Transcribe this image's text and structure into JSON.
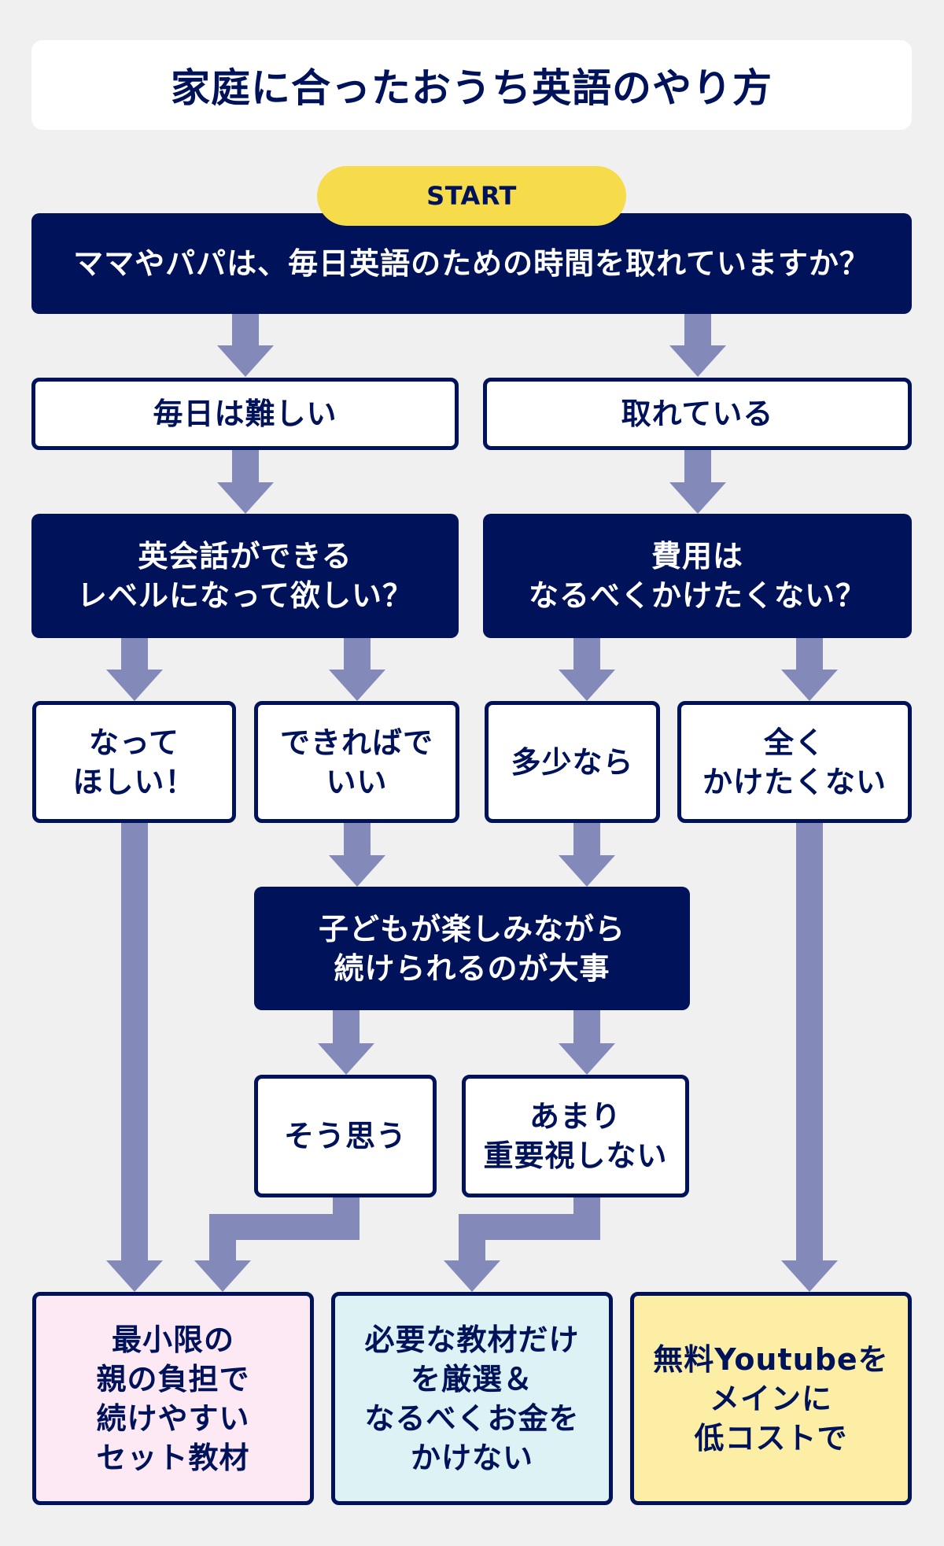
{
  "title": "家庭に合ったおうち英語のやり方",
  "start_label": "START",
  "flowchart": {
    "question_time": {
      "text": [
        "ママやパパは、毎日英語のための時間を取れていますか？"
      ]
    },
    "answer_time_hard": {
      "text": [
        "毎日は難しい"
      ]
    },
    "answer_time_ok": {
      "text": [
        "取れている"
      ]
    },
    "question_conversation": {
      "text": [
        "英会話ができる",
        "レベルになって欲しい？"
      ]
    },
    "question_cost": {
      "text": [
        "費用は",
        "なるべくかけたくない？"
      ]
    },
    "answer_conversation_yes": {
      "text": [
        "なって",
        "ほしい！"
      ]
    },
    "answer_conversation_maybe": {
      "text": [
        "できればで",
        "いい"
      ]
    },
    "answer_cost_some": {
      "text": [
        "多少なら"
      ]
    },
    "answer_cost_none": {
      "text": [
        "全く",
        "かけたくない"
      ]
    },
    "question_fun": {
      "text": [
        "子どもが楽しみながら",
        "続けられるのが大事"
      ]
    },
    "answer_fun_yes": {
      "text": [
        "そう思う"
      ]
    },
    "answer_fun_no": {
      "text": [
        "あまり",
        "重要視しない"
      ]
    },
    "result_set_material": {
      "text": [
        "最小限の",
        "親の負担で",
        "続けやすい",
        "セット教材"
      ]
    },
    "result_select_material": {
      "text": [
        "必要な教材だけ",
        "を厳選＆",
        "なるべくお金を",
        "かけない"
      ]
    },
    "result_free_youtube": {
      "text": [
        "無料Youtubeを",
        "メインに",
        "低コストで"
      ]
    }
  },
  "colors": {
    "navy": "#00135a",
    "arrow": "#8389b9",
    "start": "#f6dc4a",
    "bg": "#f0f0f0",
    "res-set": "#fde9f4",
    "res-select": "#ddf2f4",
    "res-youtube": "#fcefa5"
  }
}
